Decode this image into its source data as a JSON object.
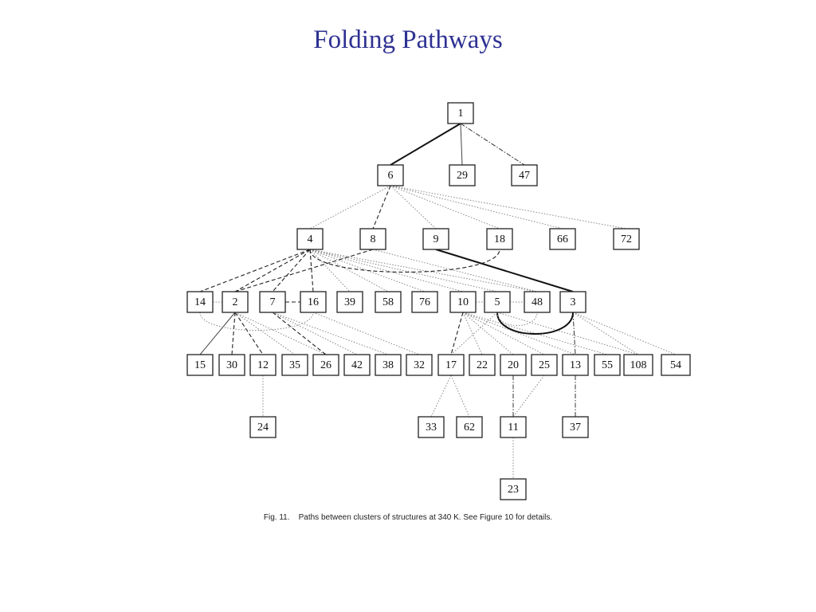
{
  "slide": {
    "title": "Folding Pathways",
    "caption": "Fig. 11.    Paths between clusters of structures at 340 K. See Figure 10 for details."
  },
  "diagram": {
    "nodes": [
      "1",
      "6",
      "29",
      "47",
      "4",
      "8",
      "9",
      "18",
      "66",
      "72",
      "14",
      "2",
      "7",
      "16",
      "39",
      "58",
      "76",
      "10",
      "5",
      "48",
      "3",
      "15",
      "30",
      "12",
      "35",
      "26",
      "42",
      "38",
      "32",
      "17",
      "22",
      "20",
      "25",
      "13",
      "55",
      "108",
      "54",
      "24",
      "33",
      "62",
      "11",
      "37",
      "23"
    ],
    "edges": [
      {
        "from": "1",
        "to": "6",
        "style": "bold"
      },
      {
        "from": "1",
        "to": "29",
        "style": "thin"
      },
      {
        "from": "1",
        "to": "47",
        "style": "dashdot"
      },
      {
        "from": "6",
        "to": "4",
        "style": "dotted"
      },
      {
        "from": "6",
        "to": "8",
        "style": "dashed"
      },
      {
        "from": "6",
        "to": "9",
        "style": "dotted"
      },
      {
        "from": "6",
        "to": "18",
        "style": "dotted"
      },
      {
        "from": "6",
        "to": "66",
        "style": "dotted"
      },
      {
        "from": "6",
        "to": "72",
        "style": "dotted"
      },
      {
        "from": "4",
        "to": "14",
        "style": "dashed"
      },
      {
        "from": "4",
        "to": "2",
        "style": "dashed"
      },
      {
        "from": "4",
        "to": "7",
        "style": "dashed"
      },
      {
        "from": "4",
        "to": "16",
        "style": "dashed"
      },
      {
        "from": "4",
        "to": "39",
        "style": "dotted"
      },
      {
        "from": "4",
        "to": "58",
        "style": "dotted"
      },
      {
        "from": "4",
        "to": "76",
        "style": "dotted"
      },
      {
        "from": "4",
        "to": "10",
        "style": "dotted"
      },
      {
        "from": "4",
        "to": "5",
        "style": "dotted"
      },
      {
        "from": "4",
        "to": "48",
        "style": "dotted"
      },
      {
        "from": "8",
        "to": "2",
        "style": "dashed"
      },
      {
        "from": "8",
        "to": "48",
        "style": "dotted"
      },
      {
        "from": "9",
        "to": "3",
        "style": "bold"
      },
      {
        "from": "14",
        "to": "2",
        "style": "dotted"
      },
      {
        "from": "7",
        "to": "16",
        "style": "dashed"
      },
      {
        "from": "10",
        "to": "5",
        "style": "dotted"
      },
      {
        "from": "5",
        "to": "48",
        "style": "dotted"
      },
      {
        "from": "2",
        "to": "15",
        "style": "thin"
      },
      {
        "from": "2",
        "to": "30",
        "style": "dashed"
      },
      {
        "from": "2",
        "to": "12",
        "style": "dashed"
      },
      {
        "from": "2",
        "to": "35",
        "style": "dotted"
      },
      {
        "from": "2",
        "to": "26",
        "style": "dotted"
      },
      {
        "from": "7",
        "to": "26",
        "style": "dashed"
      },
      {
        "from": "7",
        "to": "42",
        "style": "dotted"
      },
      {
        "from": "7",
        "to": "38",
        "style": "dotted"
      },
      {
        "from": "16",
        "to": "32",
        "style": "dotted"
      },
      {
        "from": "10",
        "to": "17",
        "style": "dashed"
      },
      {
        "from": "10",
        "to": "22",
        "style": "dotted"
      },
      {
        "from": "10",
        "to": "20",
        "style": "dotted"
      },
      {
        "from": "10",
        "to": "25",
        "style": "dotted"
      },
      {
        "from": "10",
        "to": "13",
        "style": "dotted"
      },
      {
        "from": "10",
        "to": "55",
        "style": "dotted"
      },
      {
        "from": "5",
        "to": "17",
        "style": "dotted"
      },
      {
        "from": "5",
        "to": "108",
        "style": "dotted"
      },
      {
        "from": "3",
        "to": "13",
        "style": "dashdot"
      },
      {
        "from": "3",
        "to": "54",
        "style": "dotted"
      },
      {
        "from": "3",
        "to": "108",
        "style": "dotted"
      },
      {
        "from": "12",
        "to": "24",
        "style": "dotted"
      },
      {
        "from": "17",
        "to": "33",
        "style": "dotted"
      },
      {
        "from": "17",
        "to": "62",
        "style": "dotted"
      },
      {
        "from": "20",
        "to": "11",
        "style": "dashdot"
      },
      {
        "from": "25",
        "to": "11",
        "style": "dotted"
      },
      {
        "from": "13",
        "to": "37",
        "style": "dashdot"
      },
      {
        "from": "11",
        "to": "23",
        "style": "dotted"
      }
    ],
    "curves": [
      {
        "from": "4",
        "to": "18",
        "style": "dashed"
      },
      {
        "from": "5",
        "to": "3",
        "style": "bold"
      },
      {
        "from": "14",
        "to": "16",
        "style": "dotted"
      },
      {
        "from": "5",
        "to": "48",
        "style": "dotted"
      }
    ]
  }
}
